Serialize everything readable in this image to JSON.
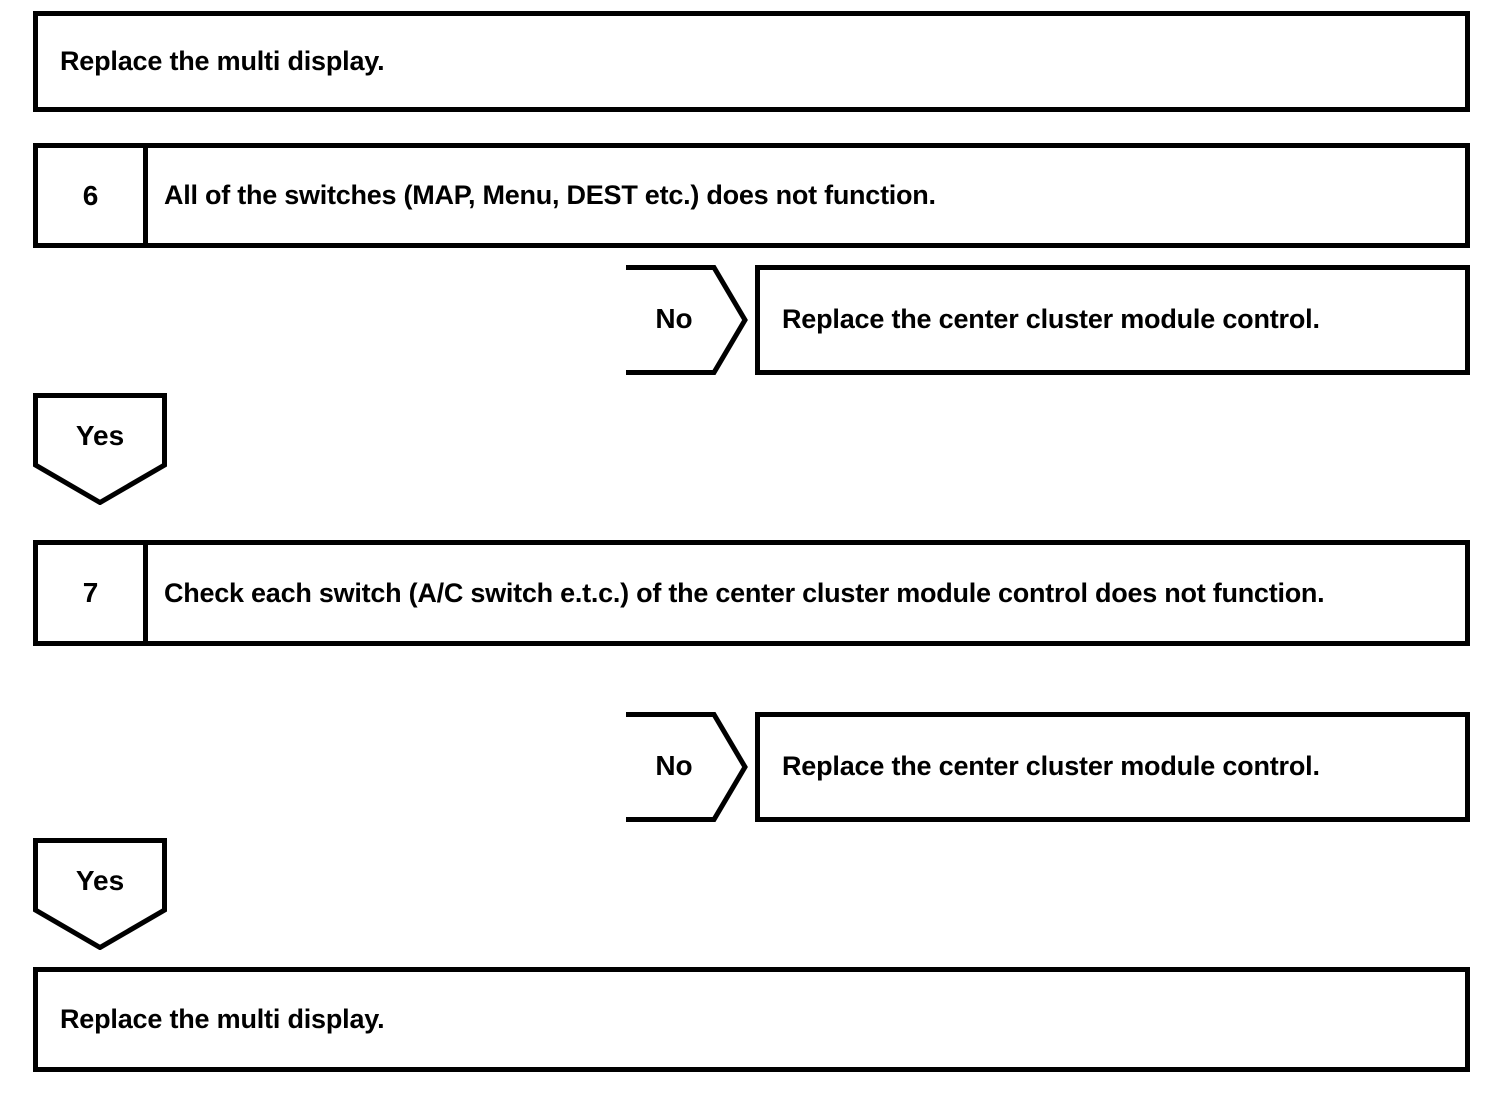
{
  "diagram": {
    "type": "troubleshooting-flowchart",
    "title": "",
    "nodes": [
      {
        "id": "action-top",
        "kind": "action-box",
        "text": "Replace the multi display."
      },
      {
        "id": "step-6",
        "kind": "step-row",
        "number": "6",
        "text": "All of the switches (MAP, Menu, DEST etc.) does not function."
      },
      {
        "id": "no-branch-1",
        "kind": "branch-arrow-right",
        "label": "No",
        "text": "Replace the center cluster module control."
      },
      {
        "id": "yes-branch-1",
        "kind": "branch-arrow-down",
        "label": "Yes"
      },
      {
        "id": "step-7",
        "kind": "step-row",
        "number": "7",
        "text": "Check each switch (A/C switch e.t.c.) of the center cluster module control does not function."
      },
      {
        "id": "no-branch-2",
        "kind": "branch-arrow-right",
        "label": "No",
        "text": "Replace the center cluster module control."
      },
      {
        "id": "yes-branch-2",
        "kind": "branch-arrow-down",
        "label": "Yes"
      },
      {
        "id": "action-bottom",
        "kind": "action-box",
        "text": "Replace the multi display."
      }
    ]
  },
  "colors": {
    "stroke": "#000000",
    "fill": "#ffffff",
    "text": "#000000"
  }
}
